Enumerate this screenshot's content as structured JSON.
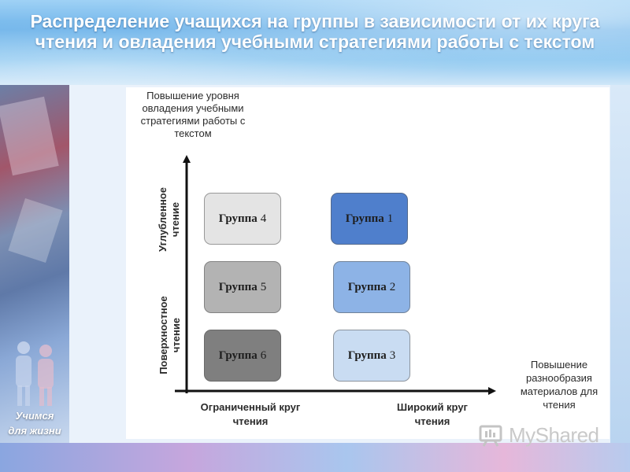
{
  "slide": {
    "title": "Распределение учащихся на группы в зависимости от их круга чтения и овладения учебными стратегиями работы с текстом",
    "slogan_line1": "Учимся",
    "slogan_line2": "для жизни"
  },
  "diagram": {
    "y_axis_title": "Повышение уровня овладения учебными стратегиями работы с текстом",
    "x_axis_title": "Повышение разнообразия материалов для чтения",
    "y_top_label_1": "Углубленное",
    "y_top_label_2": "чтение",
    "y_bottom_label_1": "Поверхностное",
    "y_bottom_label_2": "чтение",
    "x_left_label": "Ограниченный круг чтения",
    "x_right_label": "Широкий круг чтения",
    "groups": [
      {
        "label": "Группа",
        "num": "4",
        "color": "#e4e4e4"
      },
      {
        "label": "Группа",
        "num": "1",
        "color": "#4f7fcc"
      },
      {
        "label": "Группа",
        "num": "5",
        "color": "#b3b3b3"
      },
      {
        "label": "Группа",
        "num": "2",
        "color": "#8db3e6"
      },
      {
        "label": "Группа",
        "num": "6",
        "color": "#7f7f7f"
      },
      {
        "label": "Группа",
        "num": "3",
        "color": "#c9dcf2"
      }
    ]
  },
  "watermark": {
    "text": "MyShared",
    "icon": "myshared-logo-icon"
  },
  "colors": {
    "title_text": "#ffffff",
    "axis": "#111111"
  }
}
